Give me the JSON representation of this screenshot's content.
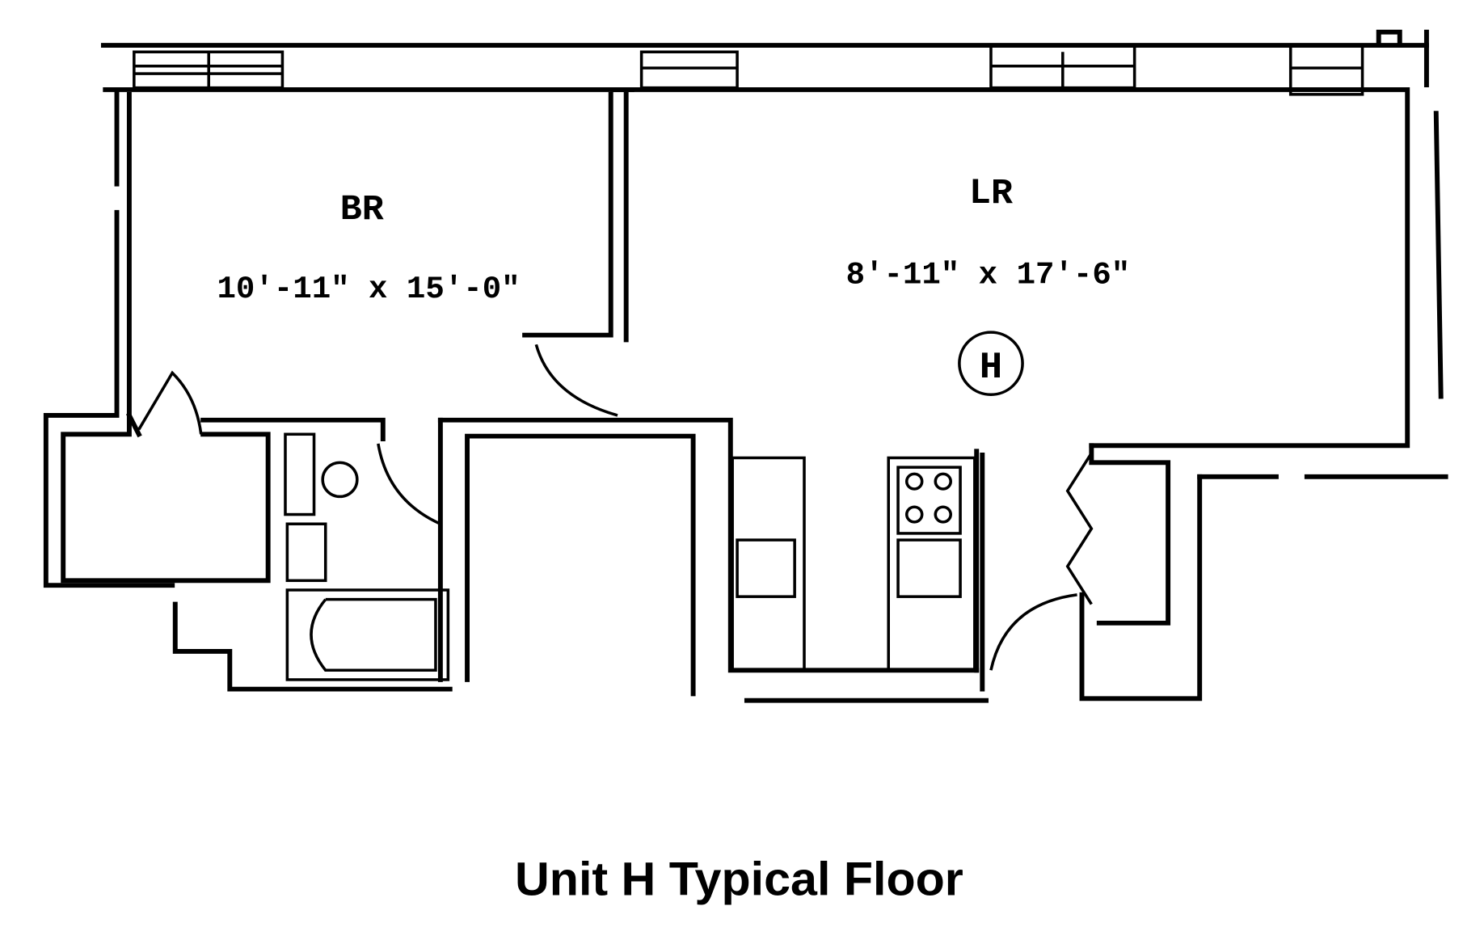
{
  "rooms": {
    "bedroom": {
      "label": "BR",
      "dimensions": "10'-11\" x 15'-0\""
    },
    "living_room": {
      "label": "LR",
      "dimensions": "8'-11\" x 17'-6\""
    }
  },
  "unit_marker": "H",
  "caption": "Unit H Typical Floor"
}
